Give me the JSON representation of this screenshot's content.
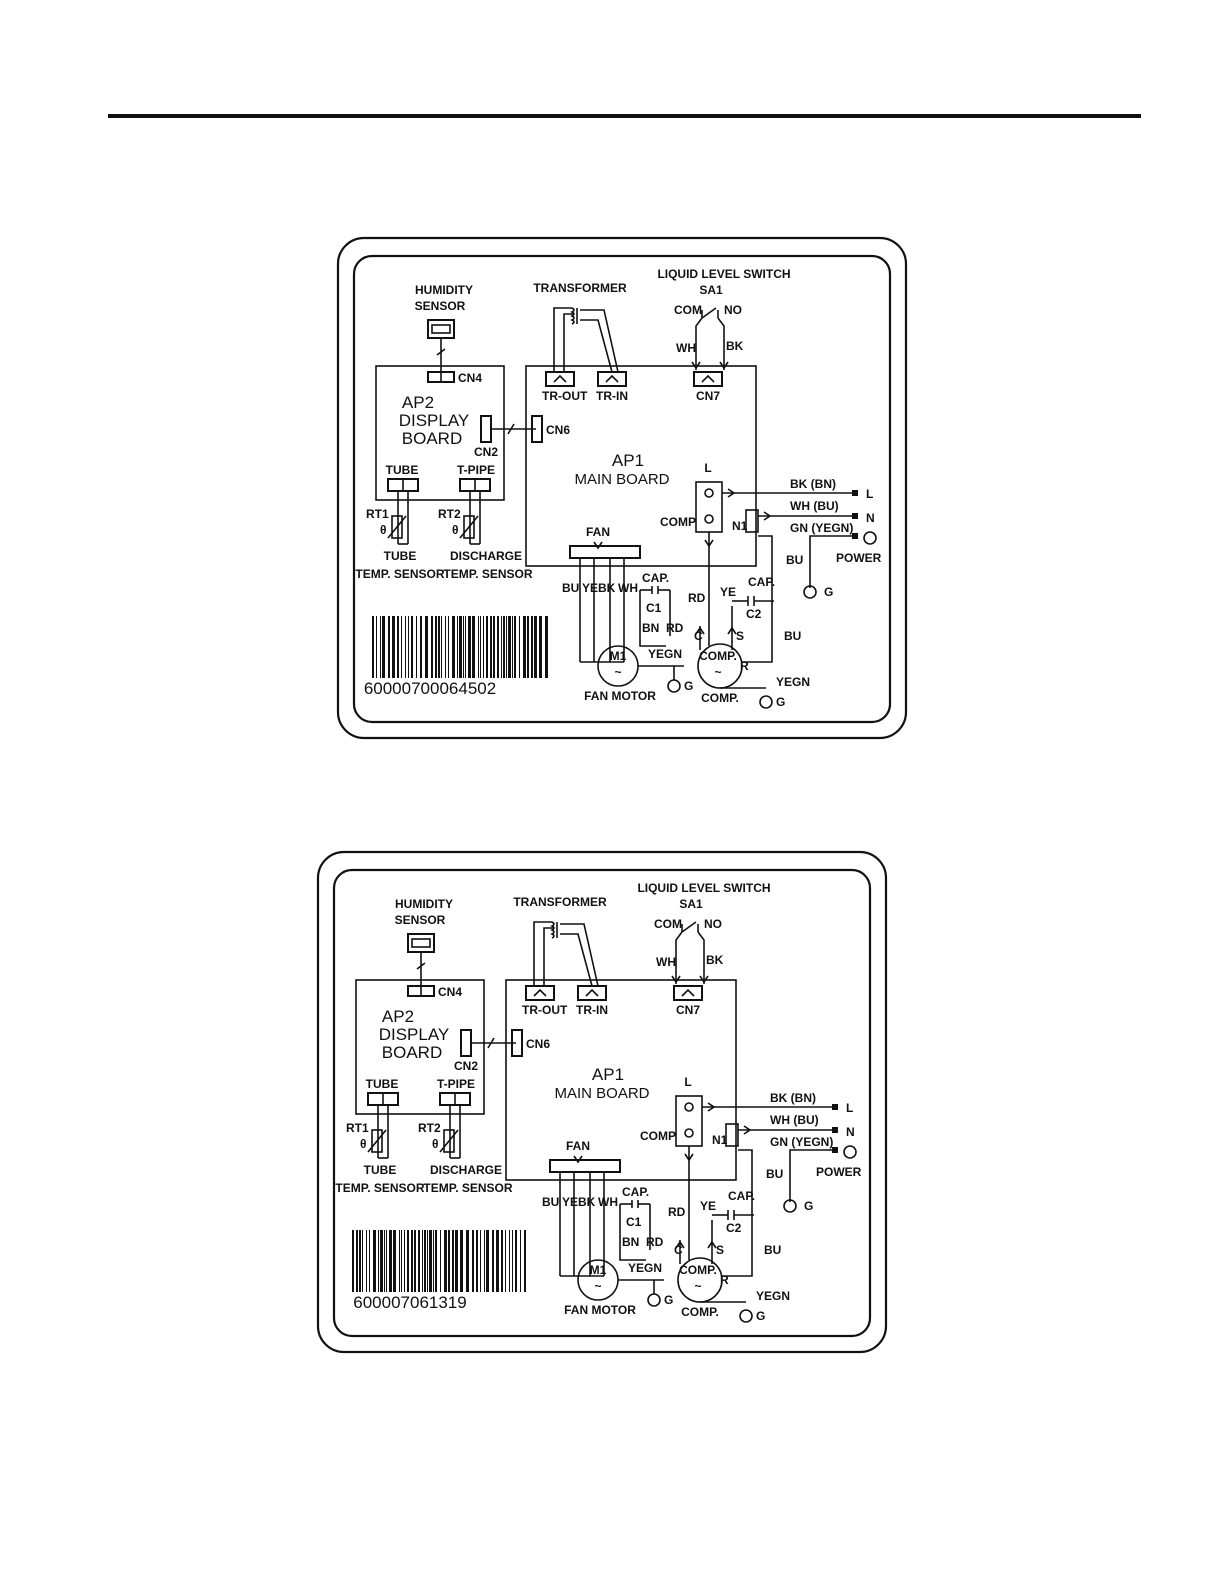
{
  "diagrams": [
    {
      "humidity_sensor": "HUMIDITY SENSOR",
      "humidity_l1": "HUMIDITY",
      "humidity_l2": "SENSOR",
      "transformer": "TRANSFORMER",
      "liquid_level_switch": "LIQUID LEVEL SWITCH",
      "sa1": "SA1",
      "com": "COM",
      "no": "NO",
      "wh": "WH",
      "bk": "BK",
      "cn4": "CN4",
      "cn6": "CN6",
      "cn7": "CN7",
      "cn2": "CN2",
      "tr_out": "TR-OUT",
      "tr_in": "TR-IN",
      "ap2_l1": "AP2",
      "ap2_l2": "DISPLAY",
      "ap2_l3": "BOARD",
      "ap1_l1": "AP1",
      "ap1_l2": "MAIN BOARD",
      "tube": "TUBE",
      "t_pipe": "T-PIPE",
      "rt1": "RT1",
      "rt2": "RT2",
      "theta": "θ",
      "tube_sensor_l1": "TUBE",
      "tube_sensor_l2": "TEMP. SENSOR",
      "discharge_sensor_l1": "DISCHARGE",
      "discharge_sensor_l2": "TEMP. SENSOR",
      "fan": "FAN",
      "bu": "BU",
      "ye": "YE",
      "wire_bk": "BK",
      "wire_wh": "WH",
      "cap": "CAP.",
      "c1": "C1",
      "c2": "C2",
      "bn": "BN",
      "rd": "RD",
      "m1": "M1",
      "yegn": "YEGN",
      "g": "G",
      "fan_motor": "FAN MOTOR",
      "comp": "COMP",
      "comp_dot": "COMP.",
      "terminal_l": "L",
      "n1": "N1",
      "c_term": "C",
      "s_term": "S",
      "r_term": "R",
      "bk_bn": "BK (BN)",
      "wh_bu": "WH (BU)",
      "gn_yegn": "GN (YEGN)",
      "line_l": "L",
      "line_n": "N",
      "power": "POWER",
      "barcode": "60000700064502"
    },
    {
      "humidity_sensor": "HUMIDITY SENSOR",
      "humidity_l1": "HUMIDITY",
      "humidity_l2": "SENSOR",
      "transformer": "TRANSFORMER",
      "liquid_level_switch": "LIQUID LEVEL SWITCH",
      "sa1": "SA1",
      "com": "COM",
      "no": "NO",
      "wh": "WH",
      "bk": "BK",
      "cn4": "CN4",
      "cn6": "CN6",
      "cn7": "CN7",
      "cn2": "CN2",
      "tr_out": "TR-OUT",
      "tr_in": "TR-IN",
      "ap2_l1": "AP2",
      "ap2_l2": "DISPLAY",
      "ap2_l3": "BOARD",
      "ap1_l1": "AP1",
      "ap1_l2": "MAIN BOARD",
      "tube": "TUBE",
      "t_pipe": "T-PIPE",
      "rt1": "RT1",
      "rt2": "RT2",
      "theta": "θ",
      "tube_sensor_l1": "TUBE",
      "tube_sensor_l2": "TEMP. SENSOR",
      "discharge_sensor_l1": "DISCHARGE",
      "discharge_sensor_l2": "TEMP. SENSOR",
      "fan": "FAN",
      "bu": "BU",
      "ye": "YE",
      "wire_bk": "BK",
      "wire_wh": "WH",
      "cap": "CAP.",
      "c1": "C1",
      "c2": "C2",
      "bn": "BN",
      "rd": "RD",
      "m1": "M1",
      "yegn": "YEGN",
      "g": "G",
      "fan_motor": "FAN MOTOR",
      "comp": "COMP",
      "comp_dot": "COMP.",
      "terminal_l": "L",
      "n1": "N1",
      "c_term": "C",
      "s_term": "S",
      "r_term": "R",
      "bk_bn": "BK (BN)",
      "wh_bu": "WH (BU)",
      "gn_yegn": "GN (YEGN)",
      "line_l": "L",
      "line_n": "N",
      "power": "POWER",
      "barcode": "600007061319"
    }
  ]
}
